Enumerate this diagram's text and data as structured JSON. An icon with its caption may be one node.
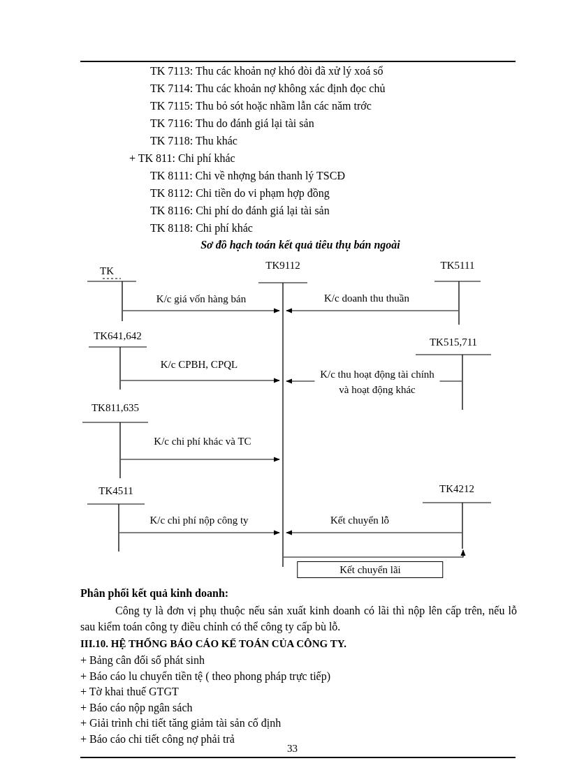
{
  "diagram": {
    "title": "Sơ đồ hạch toán kết quả tiêu thụ bán ngoài",
    "nodes": [
      {
        "text": [
          "TK"
        ]
      },
      {
        "text": [
          "TK9112"
        ]
      },
      {
        "text": [
          "TK5111"
        ]
      },
      {
        "text": [
          "TK641,642"
        ]
      },
      {
        "text": [
          "TK515,711"
        ]
      },
      {
        "text": [
          "TK811,635"
        ]
      },
      {
        "text": [
          "TK4511"
        ]
      },
      {
        "text": [
          "TK4212"
        ]
      }
    ],
    "edges": [
      {
        "from": 0,
        "to": 1,
        "arrow": "to",
        "label": "K/c giá vốn hàng bán"
      },
      {
        "from": 2,
        "to": 1,
        "arrow": "to",
        "label": "K/c doanh thu thuần"
      },
      {
        "from": 3,
        "to": 1,
        "arrow": "to",
        "label": "K/c CPBH, CPQL"
      },
      {
        "from": 4,
        "to": 1,
        "arrow": "to",
        "label": "K/c thu hoạt động tài chính và hoạt động khác"
      },
      {
        "from": 5,
        "to": 1,
        "arrow": "to",
        "label": "K/c chi phí khác và TC"
      },
      {
        "from": 6,
        "to": 1,
        "arrow": "to",
        "label": "K/c chi phí nộp công ty"
      },
      {
        "from": 7,
        "to": 1,
        "arrow": "to",
        "label": "Kết chuyển lỗ"
      },
      {
        "from": 1,
        "to": 7,
        "arrow": "to",
        "label": "Kết chuyển lãi"
      }
    ],
    "labels": [
      "TK 7113: Thu các khoản nợ khó đòi đã xử lý xoá sổ",
      "TK 7114: Thu các khoản nợ không xác định đọc chủ",
      "TK 7115: Thu bỏ sót hoặc nhầm lẫn các năm trớc",
      "TK 7116: Thu do đánh giá lại tài sản",
      "TK 7118: Thu khác",
      "+ TK 811: Chi phí khác",
      "TK 8111: Chi về nhợng bán thanh lý TSCĐ",
      "TK 8112: Chi tiền do vi phạm hợp đồng",
      "TK 8116: Chi phí do đánh giá lại tài sản",
      "TK 8118: Chi phí khác",
      "Phân phối kết quả kinh doanh:",
      "Công ty là đơn vị phụ thuộc nếu sản xuất kinh doanh có lãi thì nộp lên cấp trên, nếu lỗ sau kiểm toán công ty điều chỉnh có thể công ty cấp bù lỗ.",
      "III.10. HỆ THỐNG BÁO CÁO KẾ TOÁN CỦA CÔNG TY.",
      "+ Bảng cân đối số phát sinh",
      "+ Báo cáo lu chuyển tiền tệ ( theo phong pháp trực tiếp)",
      "+ Tờ khai thuế GTGT",
      "+ Báo cáo nộp ngân sách",
      "+ Giải trình chi tiết tăng giảm tài sản cố định",
      "+ Báo cáo chi tiết công nợ phải trả",
      "33"
    ]
  }
}
